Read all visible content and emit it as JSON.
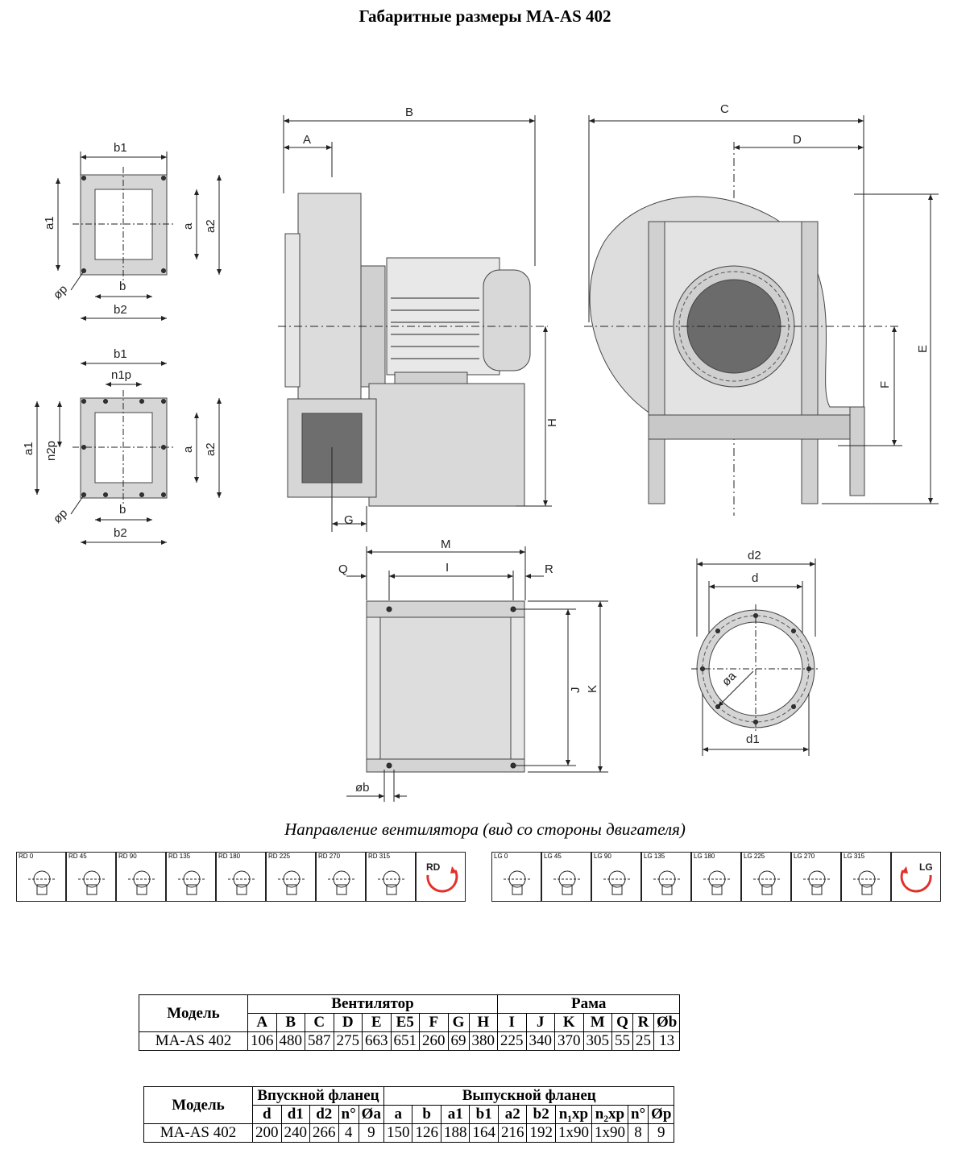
{
  "title": "Габаритные размеры MA-AS 402",
  "drawing_labels": {
    "inlet_top": {
      "b1": "b1",
      "a1": "a1",
      "a": "a",
      "a2": "a2",
      "b": "b",
      "b2": "b2",
      "op": "øp"
    },
    "inlet_bottom": {
      "b1": "b1",
      "n1p": "n1p",
      "a1": "a1",
      "n2p": "n2p",
      "a": "a",
      "a2": "a2",
      "b": "b",
      "b2": "b2",
      "op": "øp"
    },
    "side": {
      "B": "B",
      "A": "A",
      "H": "H",
      "G": "G"
    },
    "front": {
      "C": "C",
      "D": "D",
      "E": "E",
      "F": "F"
    },
    "frame": {
      "M": "M",
      "Q": "Q",
      "I": "I",
      "R": "R",
      "J": "J",
      "K": "K",
      "ob": "øb"
    },
    "flange": {
      "d2": "d2",
      "d": "d",
      "oa": "øa",
      "d1": "d1"
    }
  },
  "direction_caption": "Направление вентилятора (вид со стороны двигателя)",
  "rotation_rd": [
    "RD 0",
    "RD 45",
    "RD 90",
    "RD 135",
    "RD 180",
    "RD 225",
    "RD 270",
    "RD 315"
  ],
  "rotation_lg": [
    "LG 0",
    "LG 45",
    "LG 90",
    "LG 135",
    "LG 180",
    "LG 225",
    "LG 270",
    "LG 315"
  ],
  "rd_symbol": "RD",
  "lg_symbol": "LG",
  "accent_red": "#e3302a",
  "table1": {
    "model_header": "Модель",
    "group_fan": "Вентилятор",
    "group_frame": "Рама",
    "columns": [
      "A",
      "B",
      "C",
      "D",
      "E",
      "E5",
      "F",
      "G",
      "H",
      "I",
      "J",
      "K",
      "M",
      "Q",
      "R",
      "Øb"
    ],
    "row": [
      "MA-AS 402",
      "106",
      "480",
      "587",
      "275",
      "663",
      "651",
      "260",
      "69",
      "380",
      "225",
      "340",
      "370",
      "305",
      "55",
      "25",
      "13"
    ]
  },
  "table2": {
    "model_header": "Модель",
    "group_inlet": "Впускной фланец",
    "group_outlet": "Выпускной фланец",
    "columns": [
      "d",
      "d1",
      "d2",
      "n°",
      "Øa",
      "a",
      "b",
      "a1",
      "b1",
      "a2",
      "b2",
      "n₁xp",
      "n₂xp",
      "n°",
      "Øp"
    ],
    "row": [
      "MA-AS 402",
      "200",
      "240",
      "266",
      "4",
      "9",
      "150",
      "126",
      "188",
      "164",
      "216",
      "192",
      "1x90",
      "1x90",
      "8",
      "9"
    ]
  }
}
